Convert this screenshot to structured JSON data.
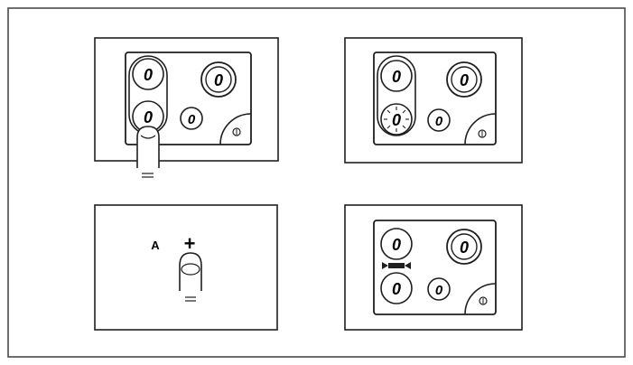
{
  "panels": [
    {
      "id": "top-left",
      "zone_readouts": [
        "0",
        "0",
        "0",
        "0"
      ],
      "sensor_icon": "power-circle-icon",
      "finger_icon": "pointing-finger-icon"
    },
    {
      "id": "top-right",
      "zone_readouts": [
        "0",
        "0",
        "0",
        "0"
      ],
      "sensor_icon": "power-circle-icon",
      "highlight_icon": "glowing-zone-icon"
    },
    {
      "id": "bottom-left",
      "label": "A",
      "plus_sign": "+",
      "finger_icon": "pointing-finger-icon"
    },
    {
      "id": "bottom-right",
      "zone_readouts": [
        "0",
        "0",
        "0",
        "0"
      ],
      "sensor_icon": "power-circle-icon",
      "link_icon": "bridge-link-icon"
    }
  ],
  "colors": {
    "ink": "#1f1f1f",
    "paper": "#ffffff",
    "frame": "#4a4a4a"
  }
}
